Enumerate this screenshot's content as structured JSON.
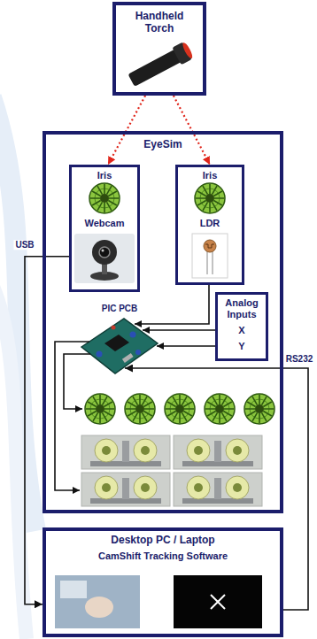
{
  "diagram": {
    "nodes": [
      {
        "text": [
          "Handheld Torch"
        ]
      },
      {
        "text": [
          "EyeSim"
        ]
      },
      {
        "text": [
          "Iris",
          "Webcam"
        ],
        "in": 1
      },
      {
        "text": [
          "Iris",
          "LDR"
        ],
        "in": 1
      },
      {
        "text": [
          "Analog Inputs",
          "X",
          "Y"
        ],
        "in": 1
      },
      {
        "text": [
          "Desktop PC / Laptop",
          "CamShift Tracking Software"
        ]
      }
    ],
    "edges": [
      {
        "from": 0,
        "to": 2,
        "arrow": "to"
      },
      {
        "from": 0,
        "to": 3,
        "arrow": "to"
      },
      {
        "from": 2,
        "to": 5,
        "label": "USB",
        "arrow": "to"
      },
      {
        "from": 5,
        "to": 1,
        "label": "RS232",
        "arrow": "to"
      }
    ],
    "labels": [
      "PIC PCB"
    ]
  }
}
